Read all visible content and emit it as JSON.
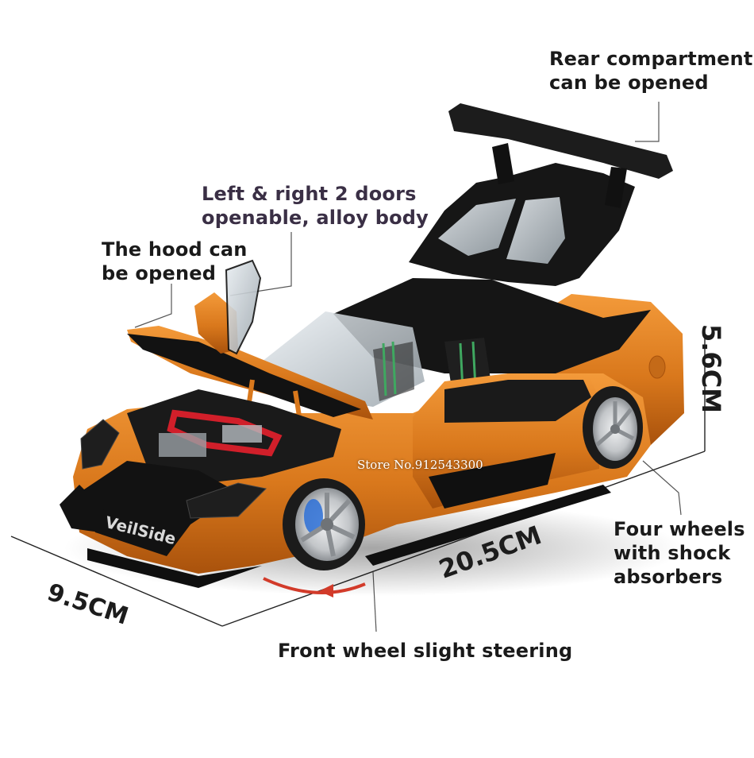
{
  "callouts": {
    "rear": [
      "Rear compartment",
      "can be opened"
    ],
    "doors": [
      "Left & right 2 doors",
      "openable, alloy body"
    ],
    "hood": [
      "The hood can",
      "be opened"
    ],
    "wheels": [
      "Four wheels",
      "with shock",
      "absorbers"
    ],
    "steering": "Front wheel slight steering"
  },
  "dimensions": {
    "width": "9.5CM",
    "length": "20.5CM",
    "height": "5.6CM"
  },
  "watermark": "Store No.912543300",
  "plate_text": "VeilSide",
  "colors": {
    "body": "#d9781c",
    "body_dark": "#a9520c",
    "black": "#141414",
    "wheel_silver": "#c9cbce",
    "brake_blue": "#2b6fd6",
    "arrow_red": "#d23b2a",
    "line": "#555555"
  }
}
